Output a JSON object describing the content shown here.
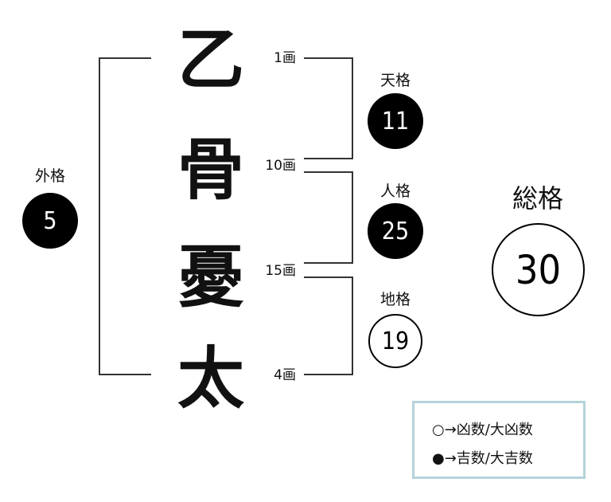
{
  "name_chars": [
    "乙",
    "骨",
    "憂",
    "太"
  ],
  "stroke_counts": [
    "1画",
    "10画",
    "15画",
    "4画"
  ],
  "fortunes": {
    "tenkaku": {
      "label": "天格",
      "value": "11",
      "type": "good"
    },
    "jinkaku": {
      "label": "人格",
      "value": "25",
      "type": "good"
    },
    "chikaku": {
      "label": "地格",
      "value": "19",
      "type": "bad"
    },
    "gaikaku": {
      "label": "外格",
      "value": "5",
      "type": "good"
    },
    "soukaku": {
      "label": "総格",
      "value": "30",
      "type": "bad"
    }
  },
  "legend": {
    "bad_symbol": "○",
    "bad_text": "→凶数/大凶数",
    "good_symbol": "●",
    "good_text": "→吉数/大吉数"
  },
  "colors": {
    "legend_border": "#b5d3da",
    "good_fill": "#000000"
  }
}
